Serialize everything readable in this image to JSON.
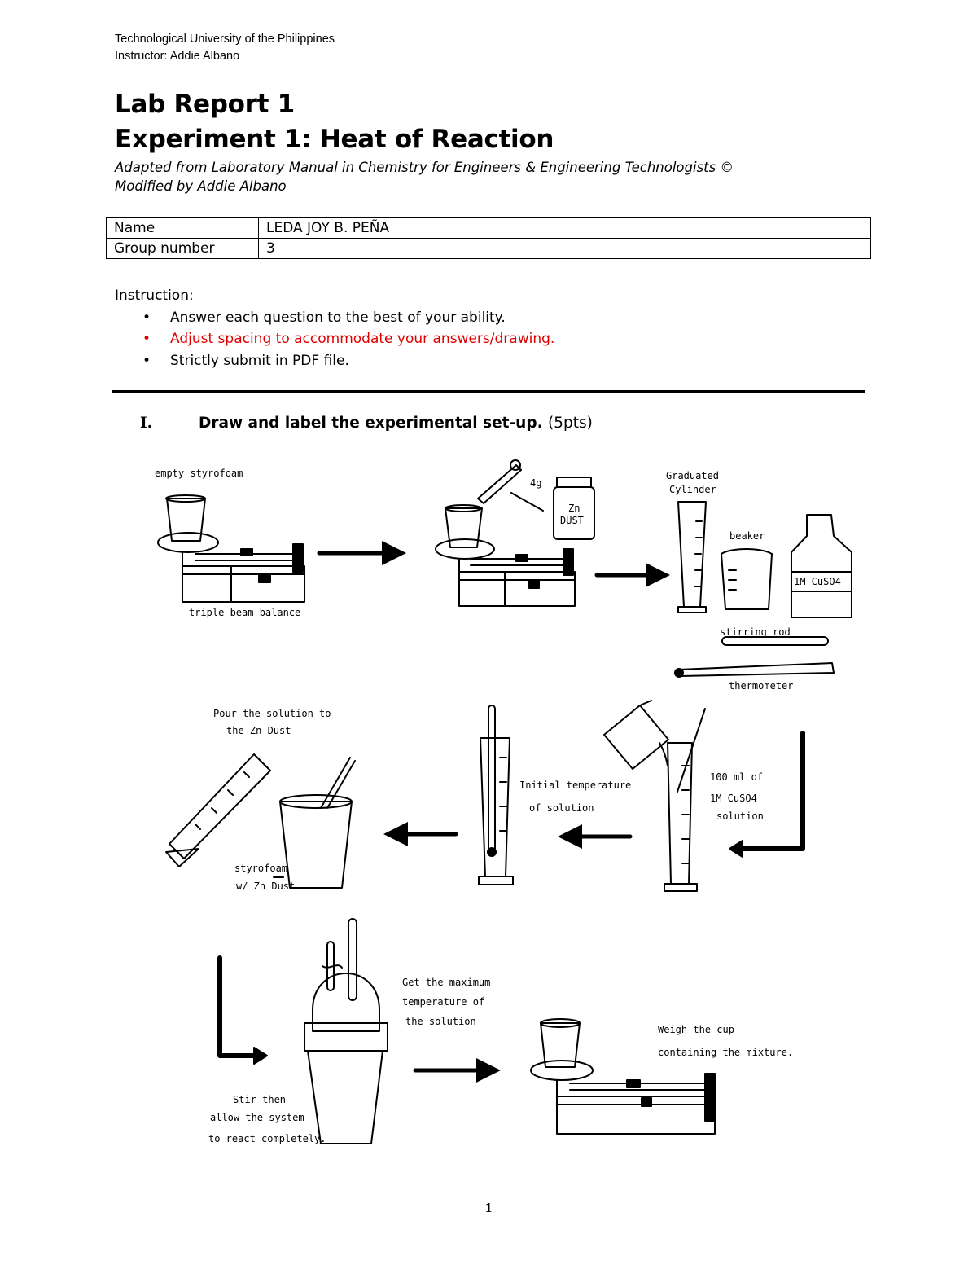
{
  "header": {
    "line1": "Technological University of the Philippines",
    "line2": "Instructor: Addie Albano"
  },
  "title": {
    "line1": "Lab Report 1",
    "line2": "Experiment 1: Heat of Reaction"
  },
  "subtitle": {
    "line1": "Adapted from Laboratory Manual in Chemistry for Engineers & Engineering Technologists ©",
    "line2": "Modified by Addie Albano"
  },
  "info_table": {
    "rows": [
      {
        "label": "Name",
        "value": "LEDA JOY B. PEÑA"
      },
      {
        "label": "Group number",
        "value": "3"
      }
    ]
  },
  "instruction": {
    "heading": "Instruction:",
    "items": [
      "Answer each question to the best of your ability.",
      "Adjust spacing to accommodate your answers/drawing.",
      "Strictly submit in PDF file."
    ],
    "highlight_color": "#e00000"
  },
  "section": {
    "number": "I.",
    "text": "Draw and label the experimental set-up.",
    "points": "(5pts)"
  },
  "drawing_labels": {
    "empty_styrofoam": "empty styrofoam",
    "triple_beam": "triple beam balance",
    "mass_4g": "4g",
    "zn_dust_jar_1": "Zn",
    "zn_dust_jar_2": "DUST",
    "graduated_1": "Graduated",
    "graduated_2": "Cylinder",
    "beaker": "beaker",
    "bottle_label": "1M CuSO4",
    "stirring_rod": "stirring rod",
    "thermometer": "thermometer",
    "pour_1": "Pour the solution to",
    "pour_2": "the Zn Dust",
    "styro_zn_1": "styrofoam",
    "styro_zn_2": "w/ Zn Dust",
    "initial_temp_1": "Initial temperature",
    "initial_temp_2": "of solution",
    "ml_1": "100 ml of",
    "ml_2": "1M CuSO4",
    "ml_3": "solution",
    "max_1": "Get the maximum",
    "max_2": "temperature of",
    "max_3": "the solution",
    "stir_1": "Stir then",
    "stir_2": "allow the system",
    "stir_3": "to react completely.",
    "weigh_1": "Weigh the cup",
    "weigh_2": "containing the mixture."
  },
  "page_number": "1"
}
